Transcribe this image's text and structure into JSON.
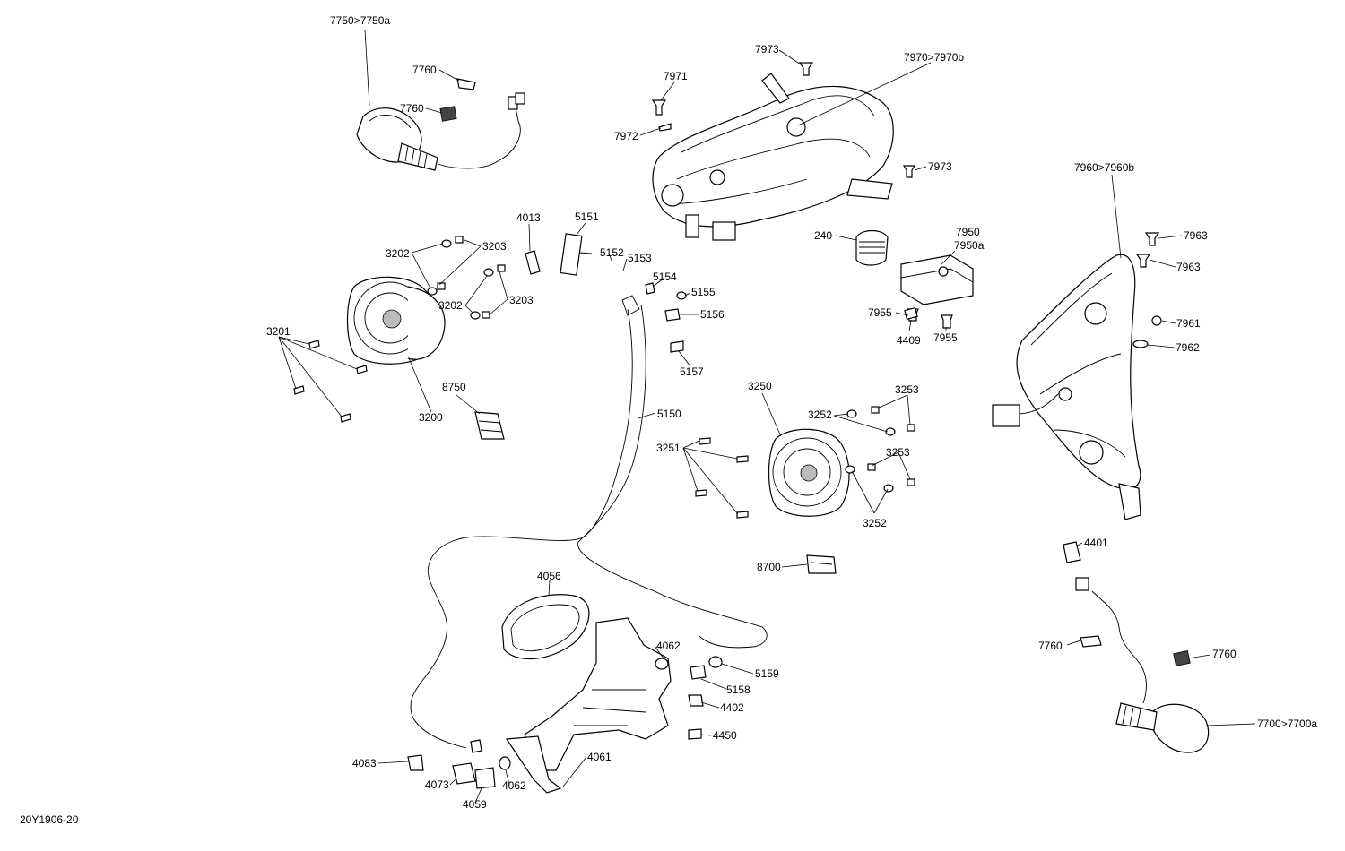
{
  "drawing_id": "20Y1906-20",
  "callouts": {
    "c7750": "7750>7750a",
    "c7760a": "7760",
    "c7760b": "7760",
    "c7973a": "7973",
    "c7971": "7971",
    "c7972": "7972",
    "c7970": "7970>7970b",
    "c7973b": "7973",
    "c7960": "7960>7960b",
    "c4013": "4013",
    "c5151": "5151",
    "c3202a": "3202",
    "c3203a": "3203",
    "c5152": "5152",
    "c5153": "5153",
    "c240": "240",
    "c7950": "7950",
    "c7950a": "7950a",
    "c7963a": "7963",
    "c7963b": "7963",
    "c5154": "5154",
    "c5155": "5155",
    "c3202b": "3202",
    "c3203b": "3203",
    "c7955a": "7955",
    "c4409": "4409",
    "c7955b": "7955",
    "c5156": "5156",
    "c7961": "7961",
    "c3201": "3201",
    "c7962": "7962",
    "c5157": "5157",
    "c3250": "3250",
    "c3253a": "3253",
    "c8750": "8750",
    "c3252a": "3252",
    "c5150": "5150",
    "c3200": "3200",
    "c3251": "3251",
    "c3253b": "3253",
    "c3252b": "3252",
    "c4401": "4401",
    "c8700": "8700",
    "c4056": "4056",
    "c4062a": "4062",
    "c7760c": "7760",
    "c7760d": "7760",
    "c5159": "5159",
    "c5158": "5158",
    "c4402": "4402",
    "c7700": "7700>7700a",
    "c4450": "4450",
    "c4061": "4061",
    "c4083": "4083",
    "c4073": "4073",
    "c4062b": "4062",
    "c4059": "4059"
  }
}
